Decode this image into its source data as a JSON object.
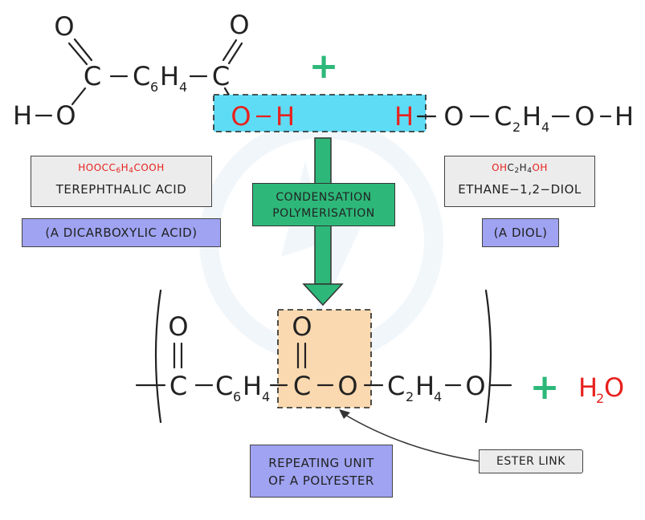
{
  "reactant_acid": {
    "atoms": {
      "o_top1": "O",
      "o_top2": "O",
      "c1": "C",
      "c2": "C",
      "ring_c": "C",
      "ring_c_sub": "6",
      "ring_h": "H",
      "ring_h_sub": "4",
      "h_left": "H",
      "o_left": "O"
    },
    "oh_o": "O",
    "oh_h": "H"
  },
  "plus_sign": "+",
  "reactant_diol": {
    "h_left": "H",
    "o1": "O",
    "c": "C",
    "c_sub": "2",
    "h": "H",
    "h_sub": "4",
    "o2": "O",
    "h_right": "H"
  },
  "acid_formula": {
    "part1": "HOOC",
    "c": "C",
    "c_sub": "6",
    "h": "H",
    "h_sub": "4",
    "part2": "COOH"
  },
  "acid_name": "TEREPHTHALIC ACID",
  "acid_class": "(A DICARBOXYLIC ACID)",
  "diol_formula": {
    "part1": "OH",
    "c": "C",
    "c_sub": "2",
    "h": "H",
    "h_sub": "4",
    "part2": "OH"
  },
  "diol_name": "ETHANE−1,2−DIOL",
  "diol_class": "(A DIOL)",
  "process_line1": "CONDENSATION",
  "process_line2": "POLYMERISATION",
  "polymer": {
    "o1": "O",
    "c1": "C",
    "ring_c": "C",
    "ring_c_sub": "6",
    "ring_h": "H",
    "ring_h_sub": "4",
    "o2": "O",
    "c2": "C",
    "o_link": "O",
    "c_eth": "C",
    "c_eth_sub": "2",
    "h_eth": "H",
    "h_eth_sub": "4",
    "o_end": "O"
  },
  "water": {
    "h": "H",
    "h_sub": "2",
    "o": "O"
  },
  "repeat_label_line1": "REPEATING UNIT",
  "repeat_label_line2": "OF A POLYESTER",
  "ester_link_label": "ESTER LINK",
  "colors": {
    "red": "#e8211d",
    "green": "#2db87a",
    "cyan": "#5fdcf5",
    "peach": "#fbd9b0",
    "purple": "#9fa3f2",
    "gray": "#ececec"
  }
}
